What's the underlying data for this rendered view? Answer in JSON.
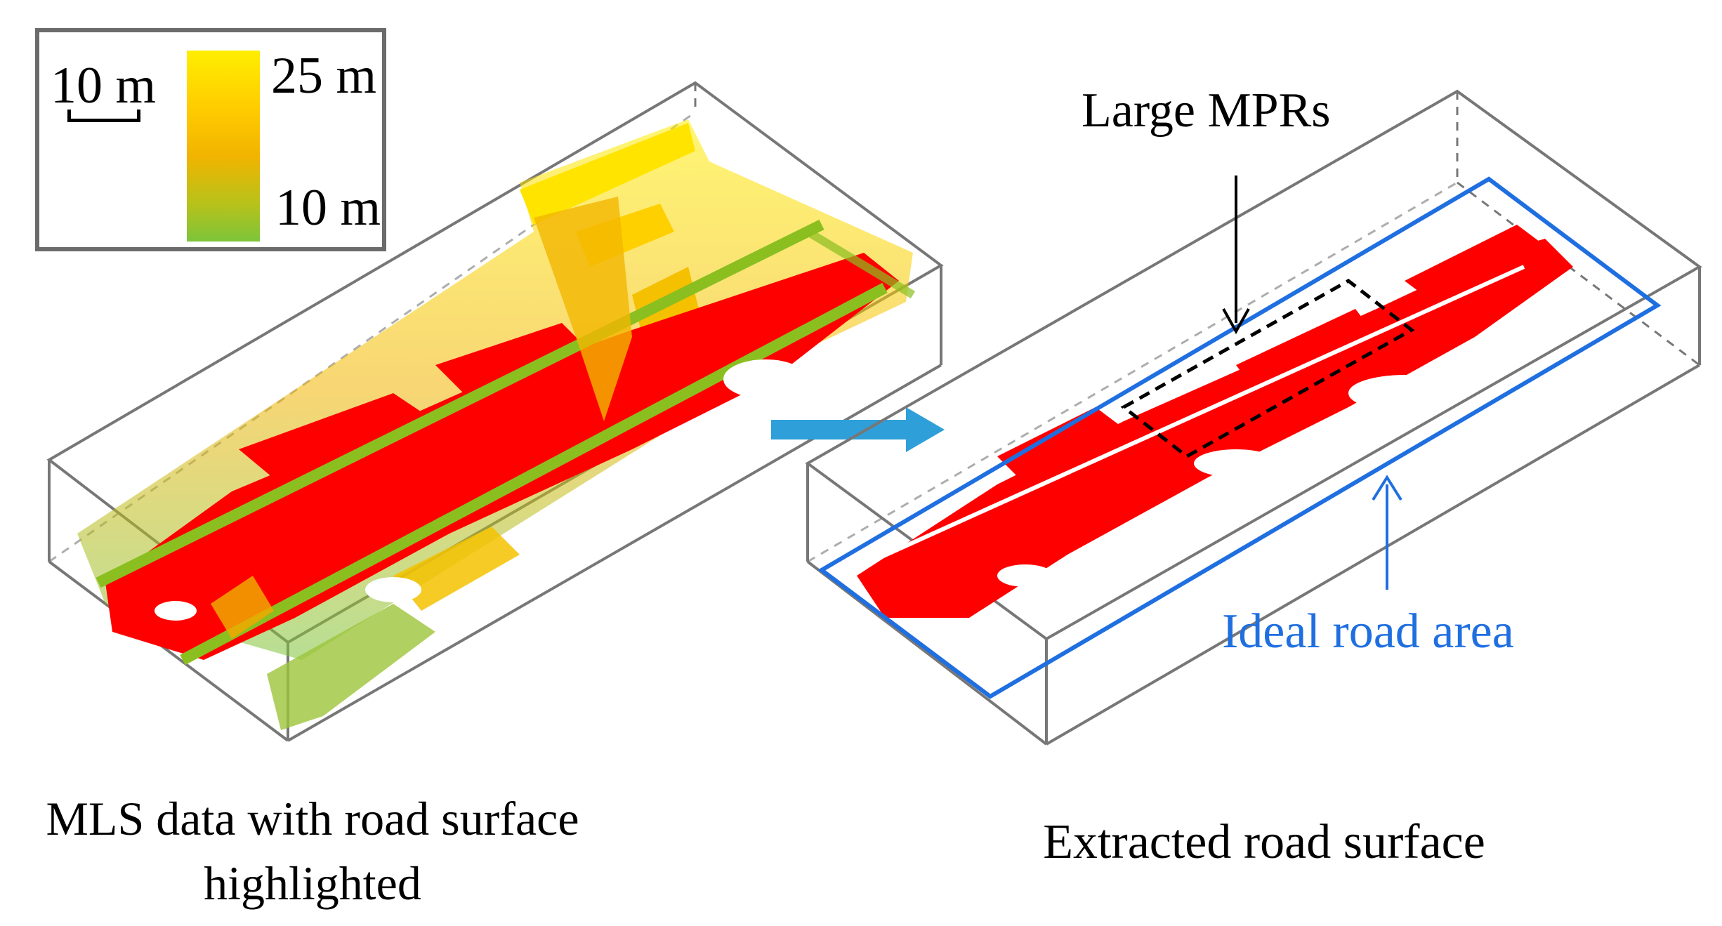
{
  "legend": {
    "scale_label": "10 m",
    "colorbar_max": "25 m",
    "colorbar_min": "10 m"
  },
  "annotations": {
    "large_mprs": "Large MPRs",
    "ideal_road_area": "Ideal road area"
  },
  "captions": {
    "left": "MLS data with road surface highlighted",
    "right": "Extracted road surface"
  },
  "colors": {
    "road": "#ff0000",
    "ideal_area": "#1f6fe0",
    "flow_arrow": "#2e9fd8",
    "box_edge": "#7a7a7a",
    "height_high": "#ffee00",
    "height_low": "#7cc43a"
  }
}
